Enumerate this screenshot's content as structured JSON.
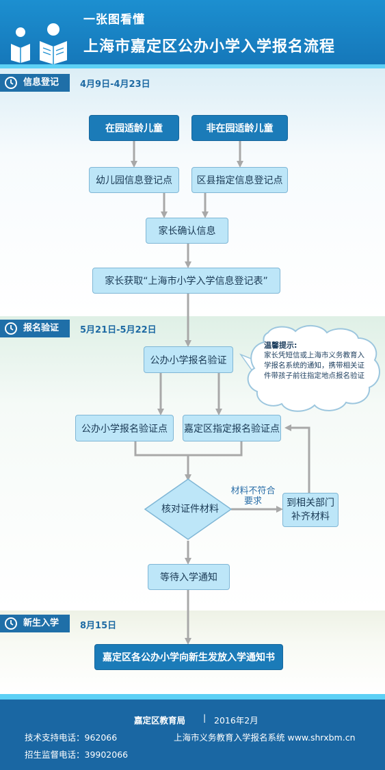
{
  "header": {
    "subtitle": "一张图看懂",
    "title": "上海市嘉定区公办小学入学报名流程"
  },
  "sections": [
    {
      "label": "信息登记",
      "date": "4月9日-4月23日"
    },
    {
      "label": "报名验证",
      "date": "5月21日-5月22日"
    },
    {
      "label": "新生入学",
      "date": "8月15日"
    }
  ],
  "nodes": {
    "in_kindergarten": "在园适龄儿童",
    "not_in_kindergarten": "非在园适龄儿童",
    "kindergarten_point": "幼儿园信息登记点",
    "district_point": "区县指定信息登记点",
    "parent_confirm": "家长确认信息",
    "get_form": "家长获取“上海市小学入学信息登记表”",
    "school_verify": "公办小学报名验证",
    "school_verify_point": "公办小学报名验证点",
    "district_verify_point": "嘉定区指定报名验证点",
    "check_docs": "核对证件材料",
    "supplement_line1": "到相关部门",
    "supplement_line2": "补齐材料",
    "wait_notice": "等待入学通知",
    "issue_notice": "嘉定区各公办小学向新生发放入学通知书"
  },
  "edge_label": {
    "line1": "材料不符合",
    "line2": "要求"
  },
  "tip": {
    "title": "温馨提示:",
    "text": "家长凭短信或上海市义务教育入学报名系统的通知，携带相关证件带孩子前往指定地点报名验证"
  },
  "footer": {
    "issuer": "嘉定区教育局",
    "separator": "|",
    "date": "2016年2月",
    "tech_support": "技术支持电话：962066",
    "system": "上海市义务教育入学报名系统  www.shrxbm.cn",
    "supervision": "招生监督电话：39902066"
  },
  "colors": {
    "header_blue": "#1c8fd0",
    "stripe_cyan": "#5dd0f5",
    "dark_node": "#1b7bb8",
    "light_node": "#bde6f8",
    "arrow_gray": "#a8a8a8",
    "footer_blue": "#1a67a3",
    "tag_blue": "#1f6fa8"
  },
  "icons": {
    "header_icon": "reading-people-icon",
    "section_icon": "clock-icon"
  }
}
